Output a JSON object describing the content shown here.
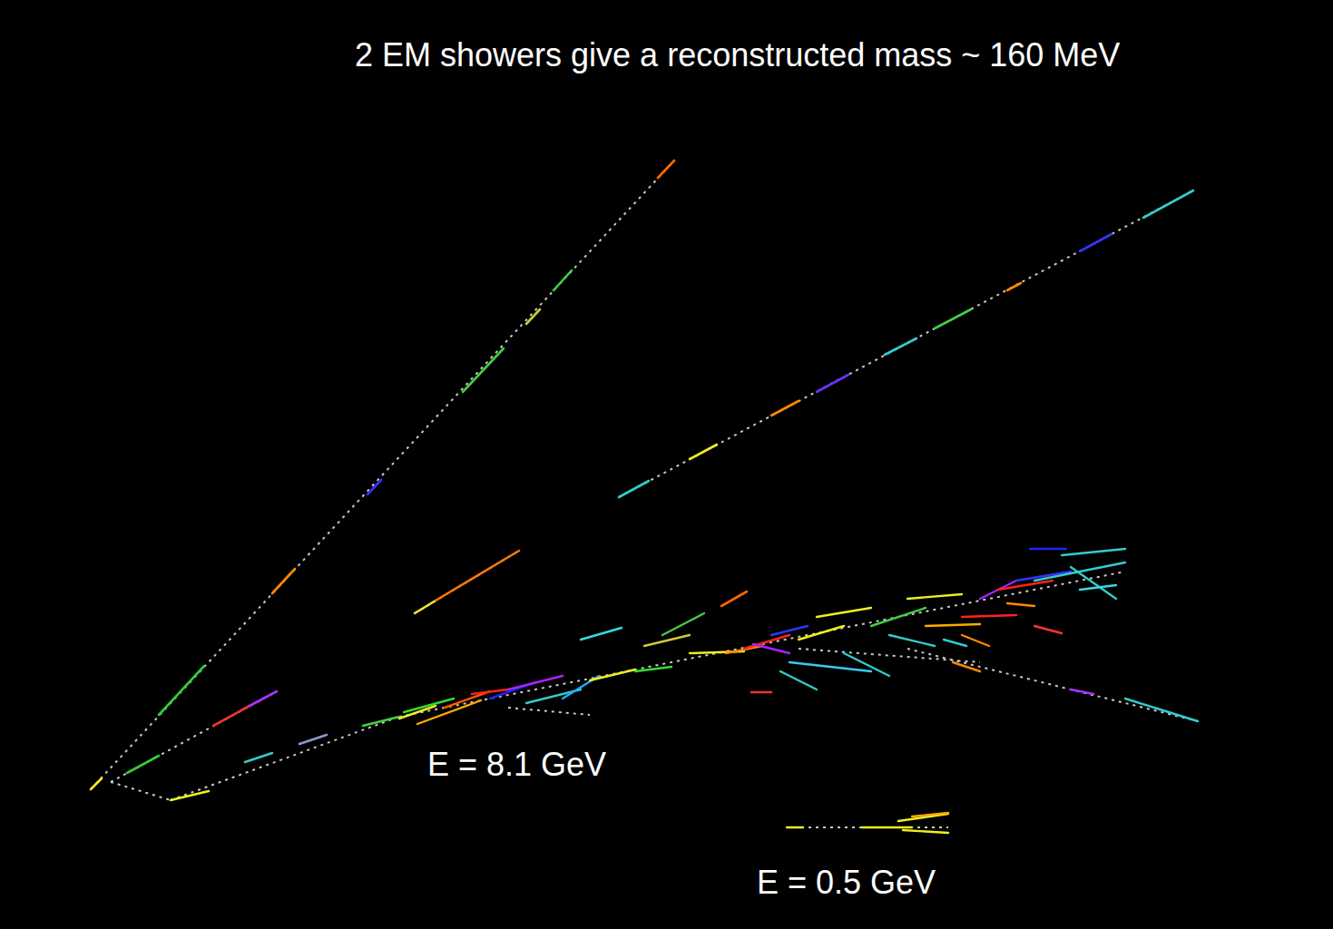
{
  "diagram": {
    "title": "2 EM showers give a reconstructed mass ~ 160 MeV",
    "labels": [
      "E = 8.1 GeV",
      "E = 0.5 GeV"
    ]
  }
}
